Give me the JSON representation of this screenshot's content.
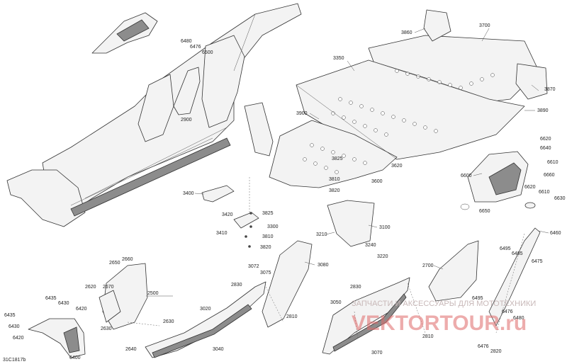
{
  "diagram_code": "31C1817b",
  "watermark": {
    "text": "ЗАПЧАСТИ И АКСЕССУАРЫ ДЛЯ МОТОТЕХНИКИ",
    "logo": "VEKTORTOUR.ru"
  },
  "part_numbers": {
    "p3700": "3700",
    "p3860": "3860",
    "p3350": "3350",
    "p3870": "3870",
    "p3890": "3890",
    "p3900": "3900",
    "p3825a": "3825",
    "p3620": "3620",
    "p3810a": "3810",
    "p3600": "3600",
    "p3820a": "3820",
    "p3400": "3400",
    "p3420": "3420",
    "p3825b": "3825",
    "p3300": "3300",
    "p3410": "3410",
    "p3810b": "3810",
    "p3820b": "3820",
    "p3210": "3210",
    "p3100": "3100",
    "p3240": "3240",
    "p3220": "3220",
    "p6480a": "6480",
    "p6476a": "6476",
    "p6500": "6500",
    "p2900": "2900",
    "p6620": "6620",
    "p6640": "6640",
    "p6610a": "6610",
    "p6660": "6660",
    "p6600": "6600",
    "p6620b": "6620",
    "p6610b": "6610",
    "p6630": "6630",
    "p6650": "6650",
    "p6460": "6460",
    "p6495a": "6495",
    "p6485": "6485",
    "p6475": "6475",
    "p2700": "2700",
    "p6495b": "6495",
    "p6476b": "6476",
    "p6480b": "6480",
    "p6476c": "6476",
    "p2820": "2820",
    "p2810b": "2810",
    "p2650": "2650",
    "p2660": "2660",
    "p2620": "2620",
    "p2670": "2670",
    "p2500": "2500",
    "p2630a": "2630",
    "p2630b": "2630",
    "p2640": "2640",
    "p3072": "3072",
    "p3075": "3075",
    "p3080": "3080",
    "p2830a": "2830",
    "p3020": "3020",
    "p2810a": "2810",
    "p3040": "3040",
    "p2830b": "2830",
    "p3050": "3050",
    "p3070": "3070",
    "p6435a": "6435",
    "p6430a": "6430",
    "p6420a": "6420",
    "p6435b": "6435",
    "p6430b": "6430",
    "p6420b": "6420",
    "p6400": "6400"
  }
}
